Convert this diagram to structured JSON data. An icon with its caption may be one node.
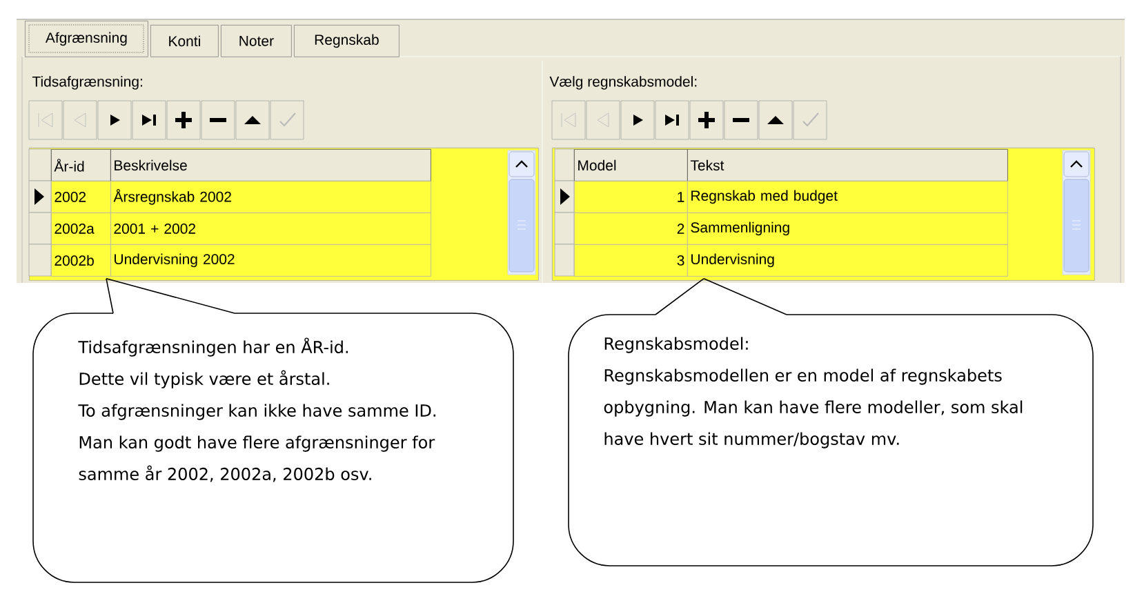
{
  "diagram": {
    "nodes": [
      {
        "text": [],
        "shape": "box"
      },
      {
        "text": [],
        "shape": "box"
      },
      {
        "text": [
          "Tidsafgrænsningen har en ÅR-id.",
          "Dette vil typisk være et årstal.",
          "To afgrænsninger kan ikke have samme ID.",
          "Man kan godt have flere afgrænsninger for samme år 2002, 2002a, 2002b osv."
        ]
      },
      {
        "text": [
          "Regnskabsmodel:",
          "Regnskabsmodellen er en model af regnskabets opbygning. Man kan have flere modeller, som skal have hvert sit nummer/bogstav mv."
        ]
      }
    ],
    "edges": [
      {
        "from": 2,
        "to": 0,
        "arrow": "none"
      },
      {
        "from": 3,
        "to": 1,
        "arrow": "none"
      }
    ],
    "labels": [
      "Afgrænsning",
      "Konti",
      "Noter",
      "Regnskab",
      "Tidsafgrænsning:",
      "År-id",
      "Beskrivelse",
      "2002",
      "Årsregnskab 2002",
      "2002a",
      "2001 + 2002",
      "2002b",
      "Undervisning 2002",
      "Vælg regnskabsmodel:",
      "Model",
      "Tekst",
      "1",
      "Regnskab med budget",
      "2",
      "Sammenligning",
      "3",
      "Undervisning"
    ]
  }
}
